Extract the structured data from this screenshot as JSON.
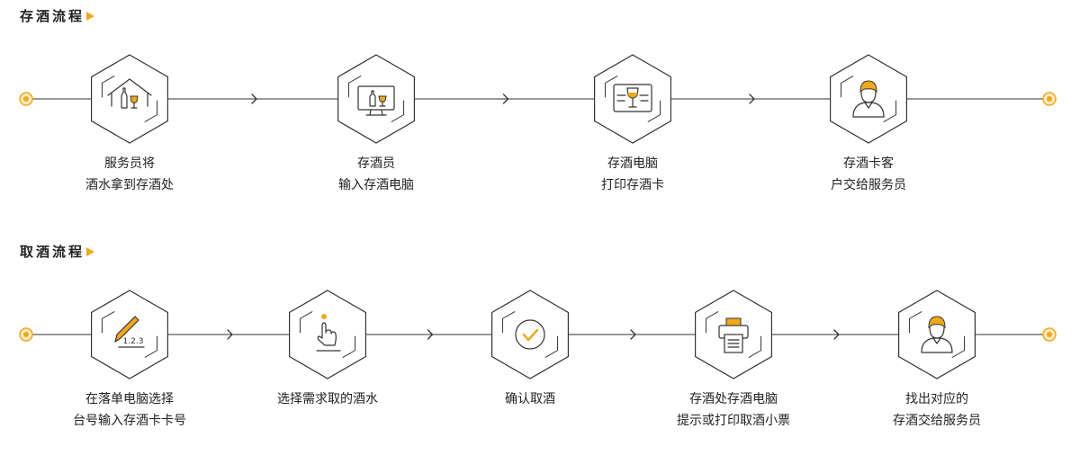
{
  "store": {
    "title": "存酒流程",
    "steps": [
      {
        "lines": [
          "服务员将",
          "酒水拿到存酒处"
        ],
        "icon": "house-bottle-icon"
      },
      {
        "lines": [
          "存酒员",
          "输入存酒电脑"
        ],
        "icon": "monitor-bottle-icon"
      },
      {
        "lines": [
          "存酒电脑",
          "打印存酒卡"
        ],
        "icon": "wine-card-icon"
      },
      {
        "lines": [
          "存酒卡客",
          "户交给服务员"
        ],
        "icon": "waiter-icon"
      }
    ]
  },
  "retrieve": {
    "title": "取酒流程",
    "steps": [
      {
        "lines": [
          "在落单电脑选择",
          "台号输入存酒卡卡号"
        ],
        "icon": "pencil-number-icon",
        "icon_text": "1.2.3"
      },
      {
        "lines": [
          "选择需求取的酒水"
        ],
        "icon": "tap-finger-icon"
      },
      {
        "lines": [
          "确认取酒"
        ],
        "icon": "check-circle-icon"
      },
      {
        "lines": [
          "存酒处存酒电脑",
          "提示或打印取酒小票"
        ],
        "icon": "printer-icon"
      },
      {
        "lines": [
          "找出对应的",
          "存酒交给服务员"
        ],
        "icon": "waiter-icon"
      }
    ]
  },
  "colors": {
    "accent": "#f0a81c",
    "line": "#333333"
  }
}
